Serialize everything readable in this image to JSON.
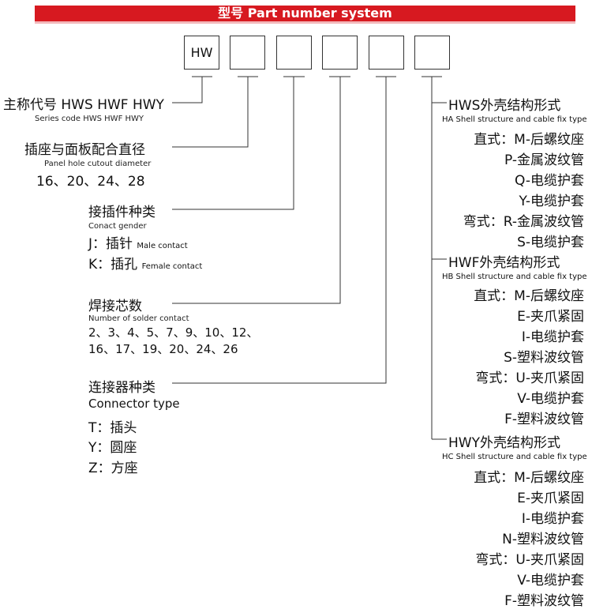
{
  "title": "型号 Part number system",
  "boxes": [
    "HW",
    "",
    "",
    "",
    "",
    ""
  ],
  "left": {
    "series": {
      "label": "主称代号 HWS HWF HWY",
      "sub": "Series code HWS HWF HWY"
    },
    "cutout": {
      "label": "插座与面板配合直径",
      "sub": "Panel hole cutout diameter",
      "values": "16、20、24、28"
    },
    "gender": {
      "label": "接插件种类",
      "sub": "Conact gender",
      "j_main": "J：插针",
      "j_sub": "Male contact",
      "k_main": "K：插孔",
      "k_sub": "Female contact"
    },
    "contacts": {
      "label": "焊接芯数",
      "sub": "Number of solder contact",
      "line1": "2、3、4、5、7、9、10、12、",
      "line2": "16、17、19、20、24、26"
    },
    "type": {
      "label": "连接器种类",
      "sub": "Connector type",
      "items": [
        "T：插头",
        "Y：圆座",
        "Z：方座"
      ]
    }
  },
  "right": {
    "hws": {
      "title": "HWS外壳结构形式",
      "sub": "HA Shell structure and cable fix type",
      "items": [
        "直式：M-后螺纹座",
        "P-金属波纹管",
        "Q-电缆护套",
        "Y-电缆护套",
        "弯式：R-金属波纹管",
        "S-电缆护套"
      ]
    },
    "hwf": {
      "title": "HWF外壳结构形式",
      "sub": "HB Shell structure and cable fix type",
      "items": [
        "直式：M-后螺纹座",
        "E-夹爪紧固",
        "I-电缆护套",
        "S-塑料波纹管",
        "弯式：U-夹爪紧固",
        "V-电缆护套",
        "F-塑料波纹管"
      ]
    },
    "hwy": {
      "title": "HWY外壳结构形式",
      "sub": "HC Shell structure and cable fix type",
      "items": [
        "直式：M-后螺纹座",
        "E-夹爪紧固",
        "I-电缆护套",
        "N-塑料波纹管",
        "弯式：U-夹爪紧固",
        "V-电缆护套",
        "F-塑料波纹管"
      ]
    }
  }
}
